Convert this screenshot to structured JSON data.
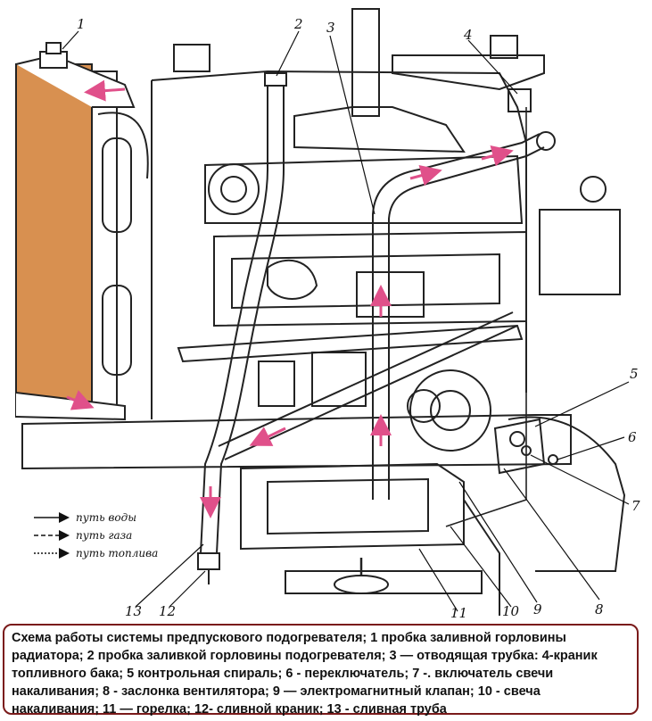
{
  "callouts": {
    "n1": "1",
    "n2": "2",
    "n3": "3",
    "n4": "4",
    "n5": "5",
    "n6": "6",
    "n7": "7",
    "n8": "8",
    "n9": "9",
    "n10": "10",
    "n11": "11",
    "n12": "12",
    "n13": "13"
  },
  "legend": {
    "water": "путь воды",
    "gas": "путь газа",
    "fuel": "путь топлива"
  },
  "caption": "Схема работы системы предпускового подогревателя; 1 пробка заливной горловины радиатора; 2 пробка заливкой горловины подогревателя; 3 — отводящая трубка: 4-краник топливного бака; 5 контрольная спираль; 6 - переключатель; 7 -. включатель свечи накаливания; 8 - заслонка вентилятора; 9 — электромагнитный клапан; 10 - свеча накаливания; 11 — горелка; 12- сливной краник; 13 - сливная труба",
  "colors": {
    "radiator": "#d89050",
    "flow_arrow": "#e0508a",
    "caption_border": "#7a1a1a"
  }
}
